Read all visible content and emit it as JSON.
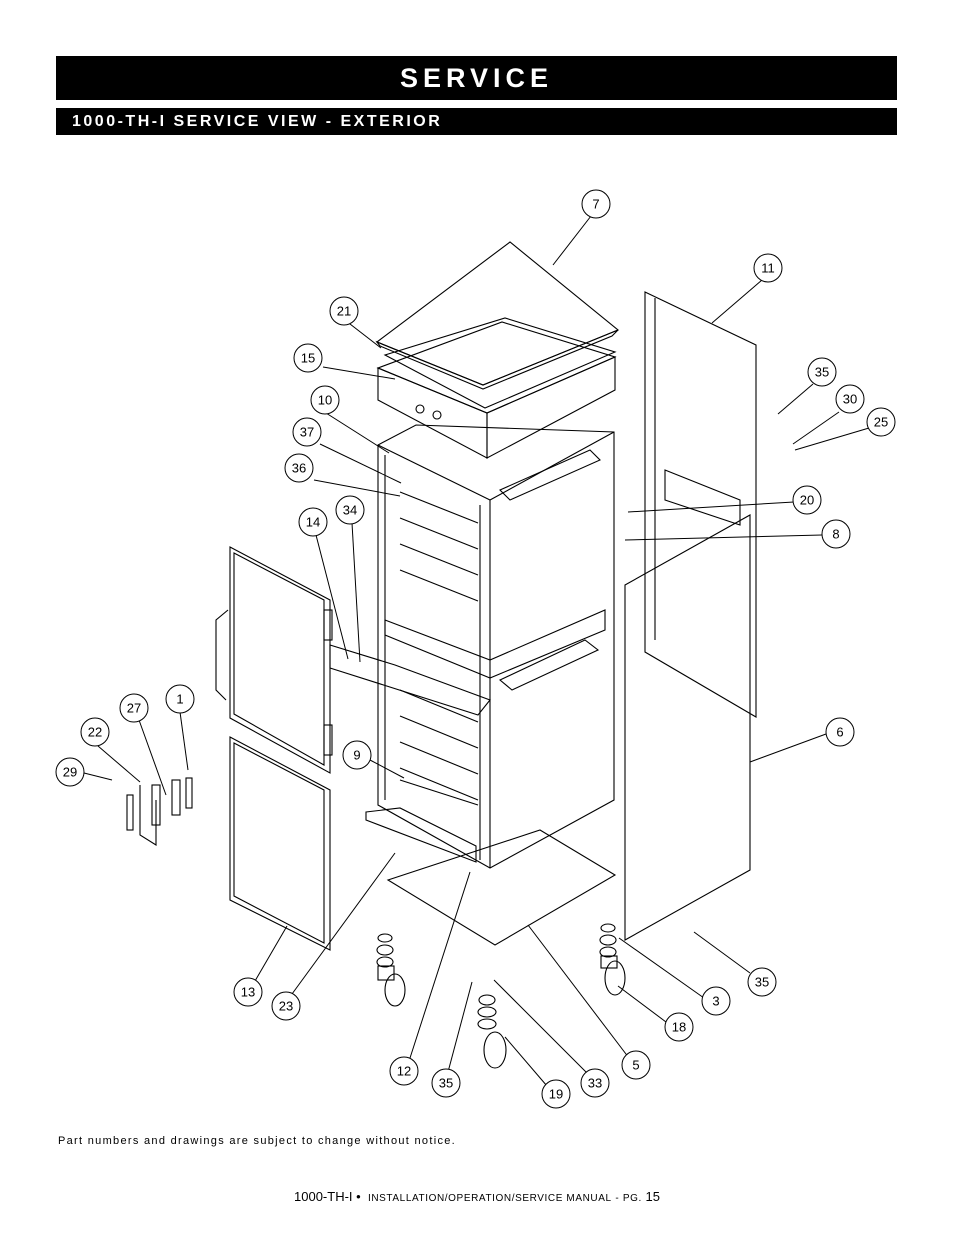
{
  "header": {
    "title": "SERVICE",
    "subtitle": "1000-TH-I SERVICE VIEW - EXTERIOR"
  },
  "callouts": [
    "7",
    "11",
    "21",
    "15",
    "35",
    "10",
    "30",
    "25",
    "37",
    "36",
    "20",
    "8",
    "34",
    "14",
    "6",
    "1",
    "27",
    "22",
    "9",
    "29",
    "13",
    "23",
    "3",
    "35",
    "18",
    "12",
    "35",
    "5",
    "33",
    "19"
  ],
  "notice": "Part numbers and drawings are subject to change without notice.",
  "footer": {
    "model": "1000-TH-I",
    "bullet": "•",
    "manual": "installation/operation/service manual",
    "dash": "-",
    "pg_label": "pg.",
    "page": "15"
  }
}
